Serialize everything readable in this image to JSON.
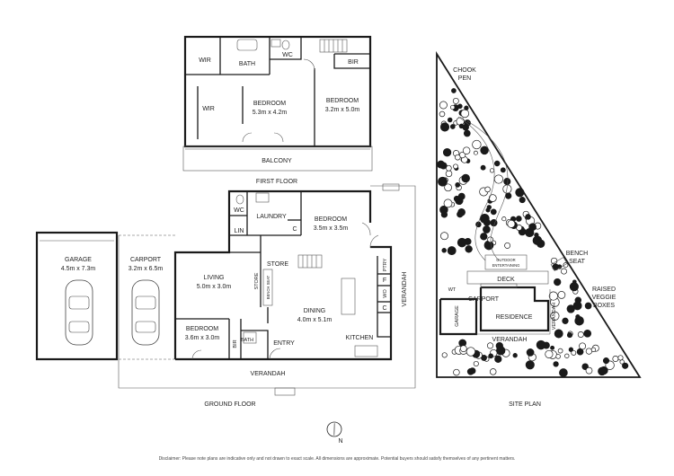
{
  "first_floor": {
    "title": "FIRST FLOOR",
    "rooms": {
      "wir_top": "WIR",
      "bath": "BATH",
      "wc": "WC",
      "bir": "BIR",
      "wir_left": "WIR",
      "bedroom_main": {
        "name": "BEDROOM",
        "size": "5.3m x 4.2m"
      },
      "bedroom_right": {
        "name": "BEDROOM",
        "size": "3.2m x 5.0m"
      },
      "balcony": "BALCONY"
    }
  },
  "ground_floor": {
    "title": "GROUND FLOOR",
    "rooms": {
      "garage": {
        "name": "GARAGE",
        "size": "4.5m x 7.3m"
      },
      "carport": {
        "name": "CARPORT",
        "size": "3.2m x 6.5m"
      },
      "wc": "WC",
      "laundry": "LAUNDRY",
      "lin": "LIN",
      "c1": "C",
      "bedroom_top": {
        "name": "BEDROOM",
        "size": "3.5m x 3.5m"
      },
      "store_top": "STORE",
      "living": {
        "name": "LIVING",
        "size": "5.0m x 3.0m"
      },
      "store_side": "STORE",
      "bench_seat": "BENCH SEAT",
      "dining": {
        "name": "DINING",
        "size": "4.0m x 5.1m"
      },
      "ptry": "PTRY",
      "f": "F",
      "wo": "WO",
      "c2": "C",
      "bedroom_bottom": {
        "name": "BEDROOM",
        "size": "3.6m x 3.0m"
      },
      "bir": "BIR",
      "bath": "BATH",
      "entry": "ENTRY",
      "kitchen": "KITCHEN",
      "verandah_bottom": "VERANDAH",
      "verandah_right": "VERANDAH"
    }
  },
  "site_plan": {
    "title": "SITE PLAN",
    "labels": {
      "chook_pen": [
        "CHOOK",
        "PEN"
      ],
      "bench_seat": [
        "BENCH",
        "SEAT"
      ],
      "raised_veggie": [
        "RAISED",
        "VEGGIE",
        "BOXES"
      ],
      "outdoor_entertaining": [
        "OUTDOOR",
        "ENTERTAINING"
      ],
      "deck": "DECK",
      "wt": "WT",
      "carport": "CARPORT",
      "garage": "GARAGE",
      "residence": "RESIDENCE",
      "verandah_right": "VERANDAH",
      "verandah_bottom": "VERANDAH"
    }
  },
  "compass": {
    "letter": "N"
  },
  "disclaimer": "Disclaimer: Please note plans are indicative only and not drawn to exact scale. All dimensions are approximate. Potential buyers should satisfy themselves of any pertinent matters."
}
